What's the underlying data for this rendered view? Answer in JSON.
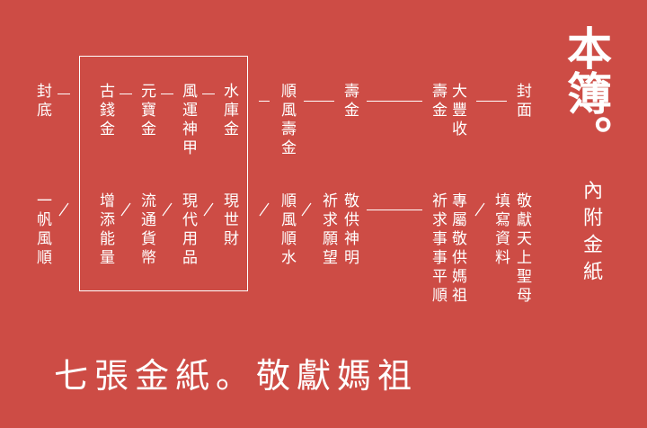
{
  "title": "本簿。",
  "subtitle": "內附金紙",
  "footer": "七張金紙。敬獻媽祖",
  "top_row": {
    "c1": "封面",
    "c2": "大豐收",
    "c3": "壽金",
    "c4": "壽金",
    "c5": "順風壽金",
    "c6": "水庫金",
    "c7": "風運神甲",
    "c8": "元寶金",
    "c9": "古錢金",
    "c10": "封底"
  },
  "bottom_row": {
    "c1": "敬獻天上聖母",
    "c2": "填寫資料",
    "c3": "專屬敬供媽祖",
    "c4": "祈求事事平順",
    "c5": "敬供神明",
    "c6": "祈求願望",
    "c7": "順風順水",
    "c8": "現世財",
    "c9": "現代用品",
    "c10": "流通貨幣",
    "c11": "增添能量",
    "c12": "一帆風順"
  }
}
